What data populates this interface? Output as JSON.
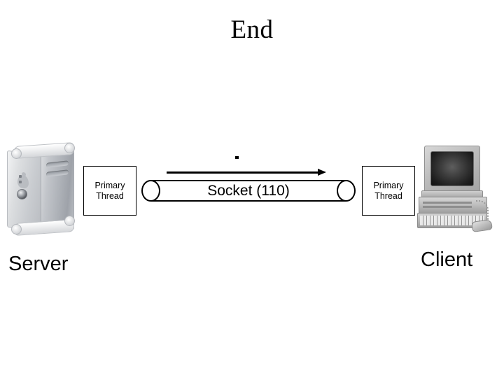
{
  "slide": {
    "title": "End",
    "background_color": "#ffffff"
  },
  "diagram": {
    "type": "client-server socket diagram",
    "server": {
      "caption": "Server",
      "device_icon": "tower-computer-icon",
      "thread_box": {
        "line1": "Primary",
        "line2": "Thread"
      }
    },
    "client": {
      "caption": "Client",
      "device_icon": "desktop-computer-icon",
      "thread_box": {
        "line1": "Primary",
        "line2": "Thread"
      }
    },
    "connection": {
      "label": "Socket (110)",
      "shape": "cylinder-pipe",
      "arrow_direction": "left-to-right",
      "stroke_color": "#000000"
    }
  }
}
